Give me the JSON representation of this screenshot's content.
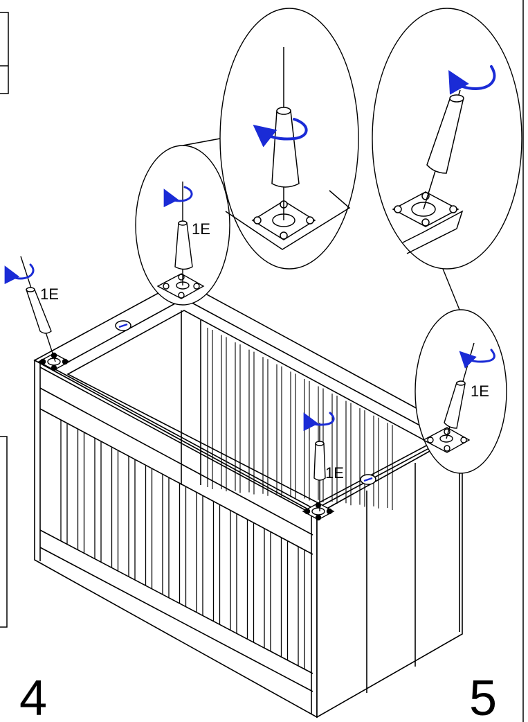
{
  "page_numbers": {
    "left": "4",
    "right": "5"
  },
  "part_label": "1E",
  "colors": {
    "line": "#000000",
    "rotate_arrow": "#1a2bd6"
  },
  "icons": [
    "rotate-clockwise-arrow-icon",
    "cam-lock-icon",
    "mounting-plate-icon",
    "tapered-leg-icon"
  ]
}
